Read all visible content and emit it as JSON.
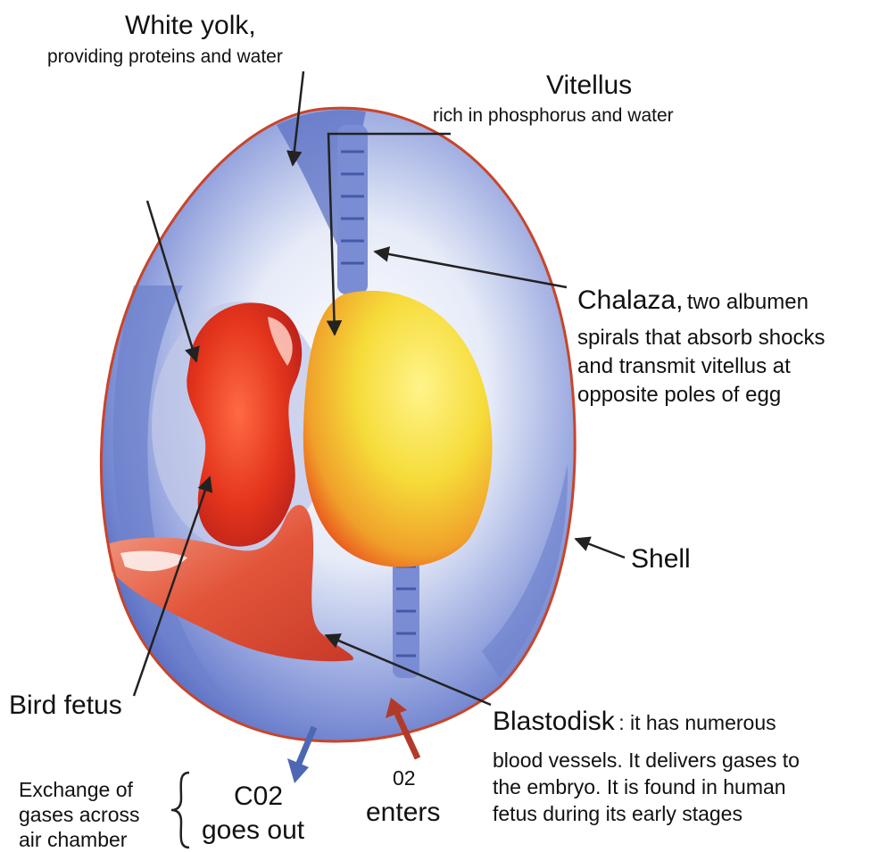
{
  "labels": {
    "white_yolk_title": "White yolk,",
    "white_yolk_desc": "providing proteins and water",
    "vitellus_title": "Vitellus",
    "vitellus_desc": "rich in phosphorus and water",
    "chalaza_title": "Chalaza,",
    "chalaza_desc_1": "two albumen",
    "chalaza_desc_2": "spirals that absorb shocks",
    "chalaza_desc_3": "and transmit vitellus at",
    "chalaza_desc_4": "opposite poles of egg",
    "shell": "Shell",
    "bird_fetus": "Bird fetus",
    "blastodisk_title": "Blastodisk",
    "blastodisk_desc_1": ": it has numerous",
    "blastodisk_desc_2": "blood vessels. It delivers gases to",
    "blastodisk_desc_3": "the embryo. It is found in human",
    "blastodisk_desc_4": "fetus during its early stages",
    "exchange_1": "Exchange of",
    "exchange_2": "gases across",
    "exchange_3": "air chamber",
    "co2_1": "C02",
    "co2_2": "goes out",
    "o2_1": "02",
    "o2_2": "enters"
  },
  "colors": {
    "shell_outline": "#c8452a",
    "albumen": "#5f73c6",
    "yolk": "#f2dc3e",
    "fetus": "#e3341c",
    "co2_arrow": "#4d67b3",
    "o2_arrow": "#b23a2a"
  }
}
